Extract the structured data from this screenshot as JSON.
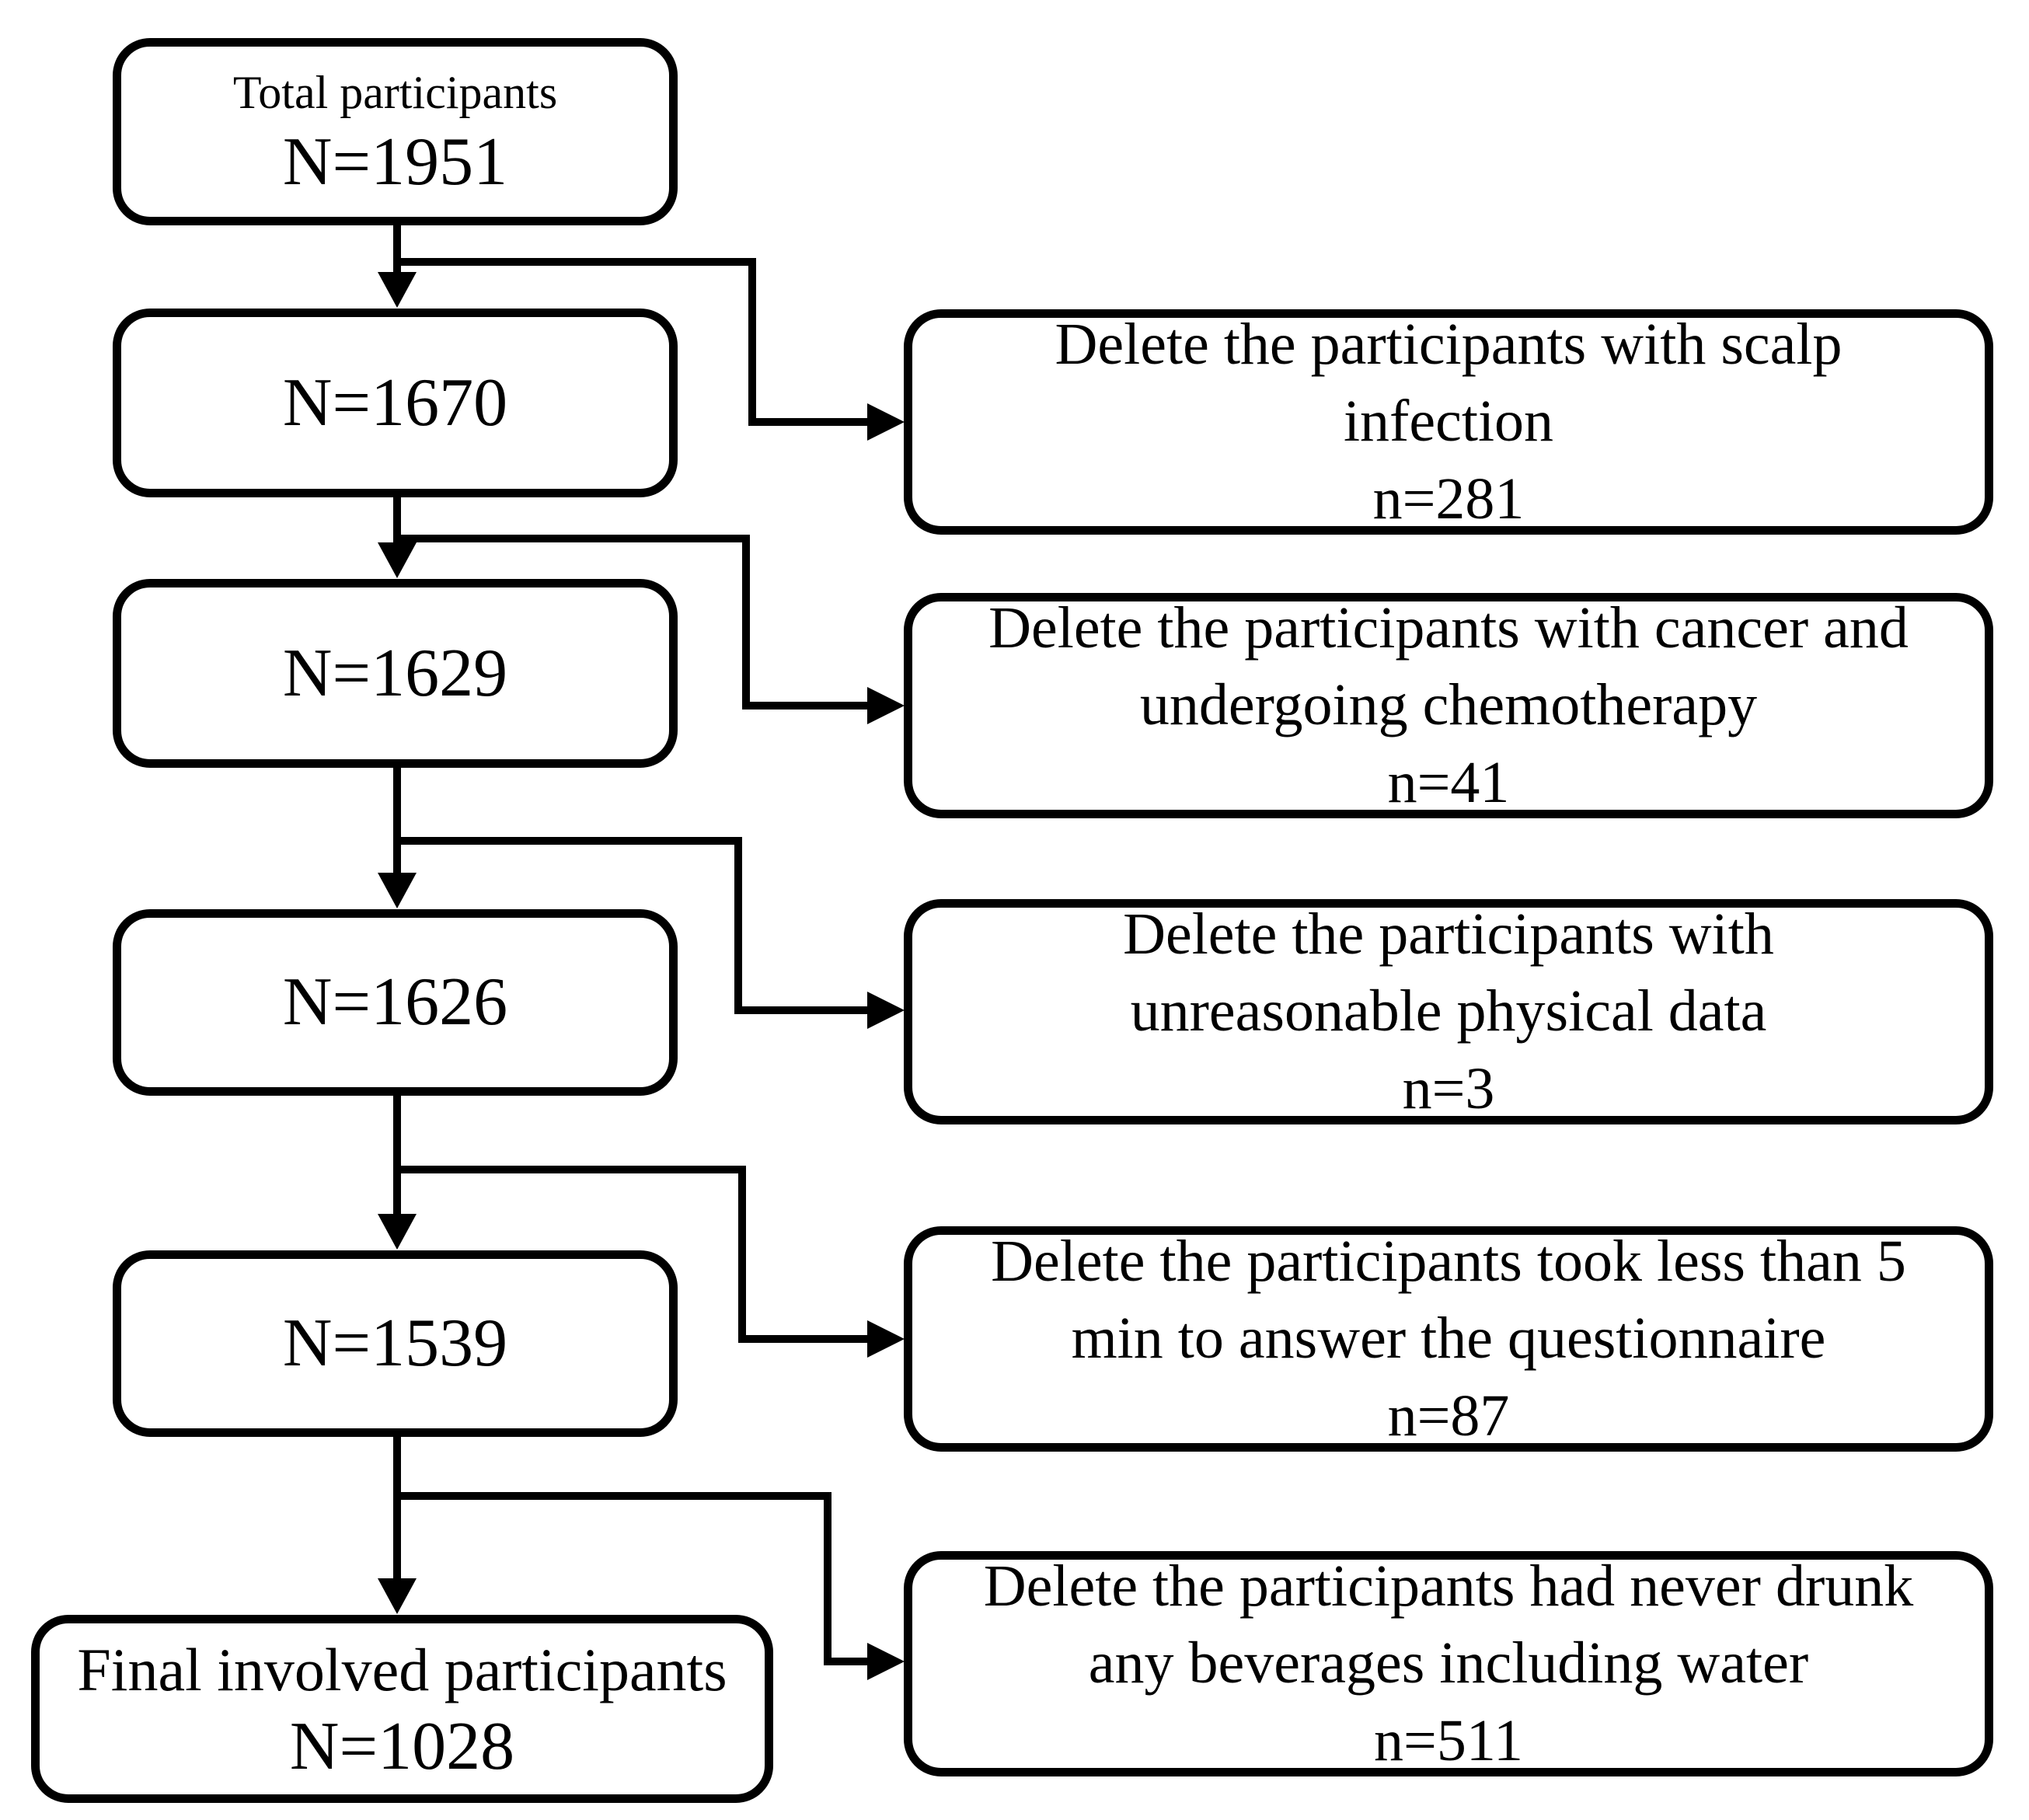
{
  "colors": {
    "ink": "#000000",
    "paper": "#ffffff"
  },
  "flow_boxes": [
    {
      "lines": [
        "Total participants",
        "N=1951"
      ]
    },
    {
      "lines": [
        "N=1670"
      ]
    },
    {
      "lines": [
        "N=1629"
      ]
    },
    {
      "lines": [
        "N=1626"
      ]
    },
    {
      "lines": [
        "N=1539"
      ]
    },
    {
      "lines": [
        "Final involved participants",
        "N=1028"
      ]
    }
  ],
  "exclusion_boxes": [
    {
      "lines": [
        "Delete the participants with scalp",
        "infection",
        "n=281"
      ]
    },
    {
      "lines": [
        "Delete the participants with cancer and",
        "undergoing chemotherapy",
        "n=41"
      ]
    },
    {
      "lines": [
        "Delete the participants with",
        "unreasonable physical data",
        "n=3"
      ]
    },
    {
      "lines": [
        "Delete the participants took less than 5",
        "min to answer the questionnaire",
        "n=87"
      ]
    },
    {
      "lines": [
        "Delete the participants had never drunk",
        "any beverages including water",
        "n=511"
      ]
    }
  ]
}
